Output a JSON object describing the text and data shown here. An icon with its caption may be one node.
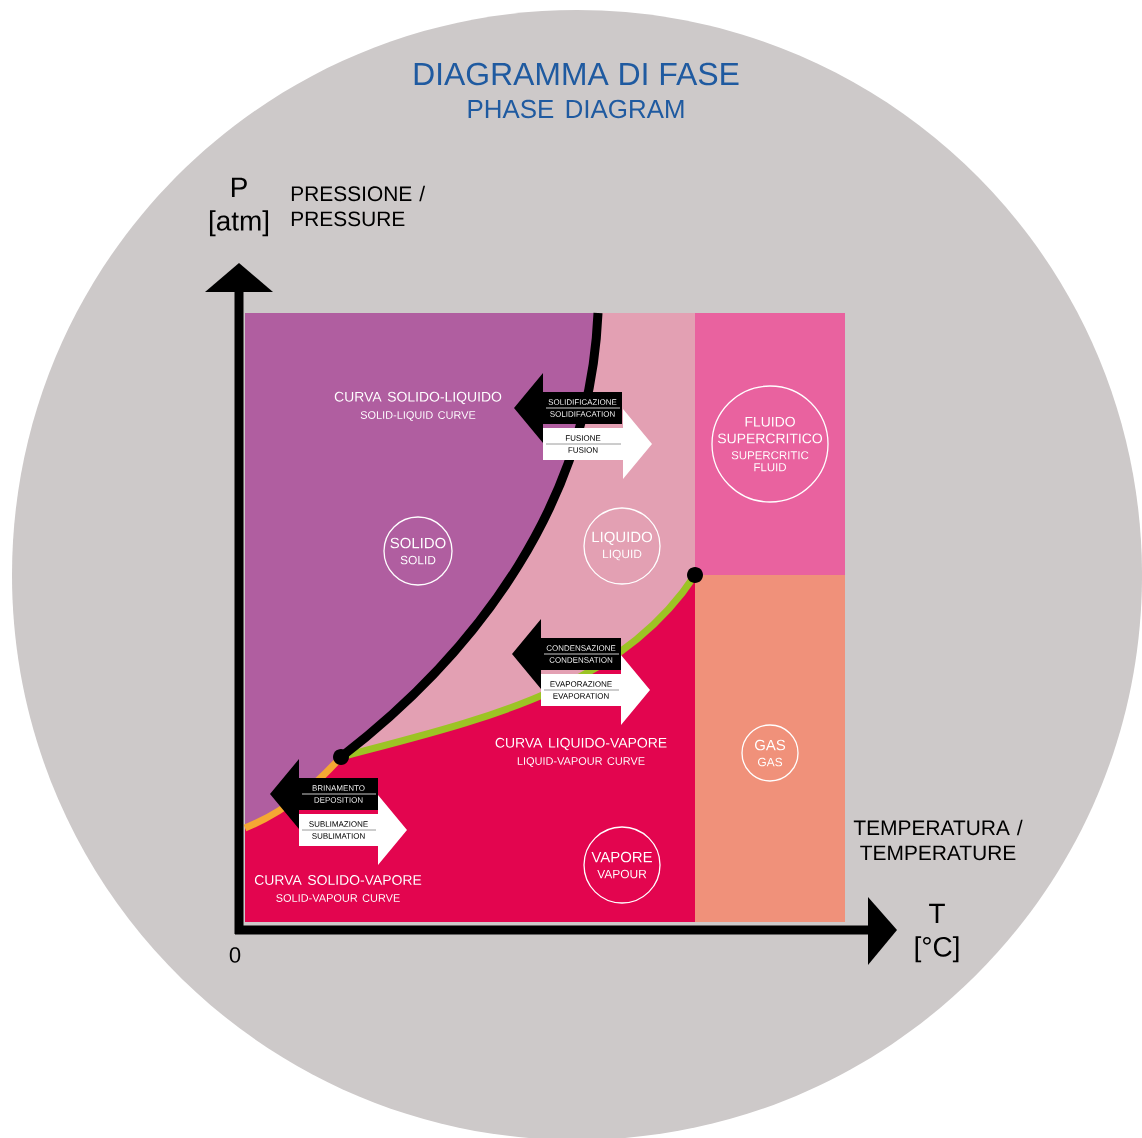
{
  "diagram": {
    "title": "DIAGRAMMA DI FASE",
    "nodes": [
      {
        "text": [
          "SOLIDO",
          "SOLID"
        ]
      },
      {
        "text": [
          "LIQUIDO",
          "LIQUID"
        ]
      },
      {
        "text": [
          "FLUIDO SUPERCRITICO",
          "SUPERCRITIC FLUID"
        ]
      },
      {
        "text": [
          "GAS",
          "GAS"
        ]
      },
      {
        "text": [
          "VAPORE",
          "VAPOUR"
        ]
      },
      {
        "text": [
          "SOLIDIFICAZIONE",
          "SOLIDIFACATION"
        ]
      },
      {
        "text": [
          "FUSIONE",
          "FUSION"
        ]
      },
      {
        "text": [
          "CONDENSAZIONE",
          "CONDENSATION"
        ]
      },
      {
        "text": [
          "EVAPORAZIONE",
          "EVAPORATION"
        ]
      },
      {
        "text": [
          "BRINAMENTO",
          "DEPOSITION"
        ]
      },
      {
        "text": [
          "SUBLIMAZIONE",
          "SUBLIMATION"
        ]
      }
    ],
    "labels": [
      "PHASE DIAGRAM",
      "P [atm]",
      "PRESSIONE / PRESSURE",
      "0",
      "T [°C]",
      "TEMPERATURA / TEMPERATURE",
      "CURVA SOLIDO-LIQUIDO",
      "SOLID-LIQUID CURVE",
      "CURVA LIQUIDO-VAPORE",
      "LIQUID-VAPOUR CURVE",
      "CURVA SOLIDO-VAPORE",
      "SOLID-VAPOUR CURVE"
    ]
  }
}
